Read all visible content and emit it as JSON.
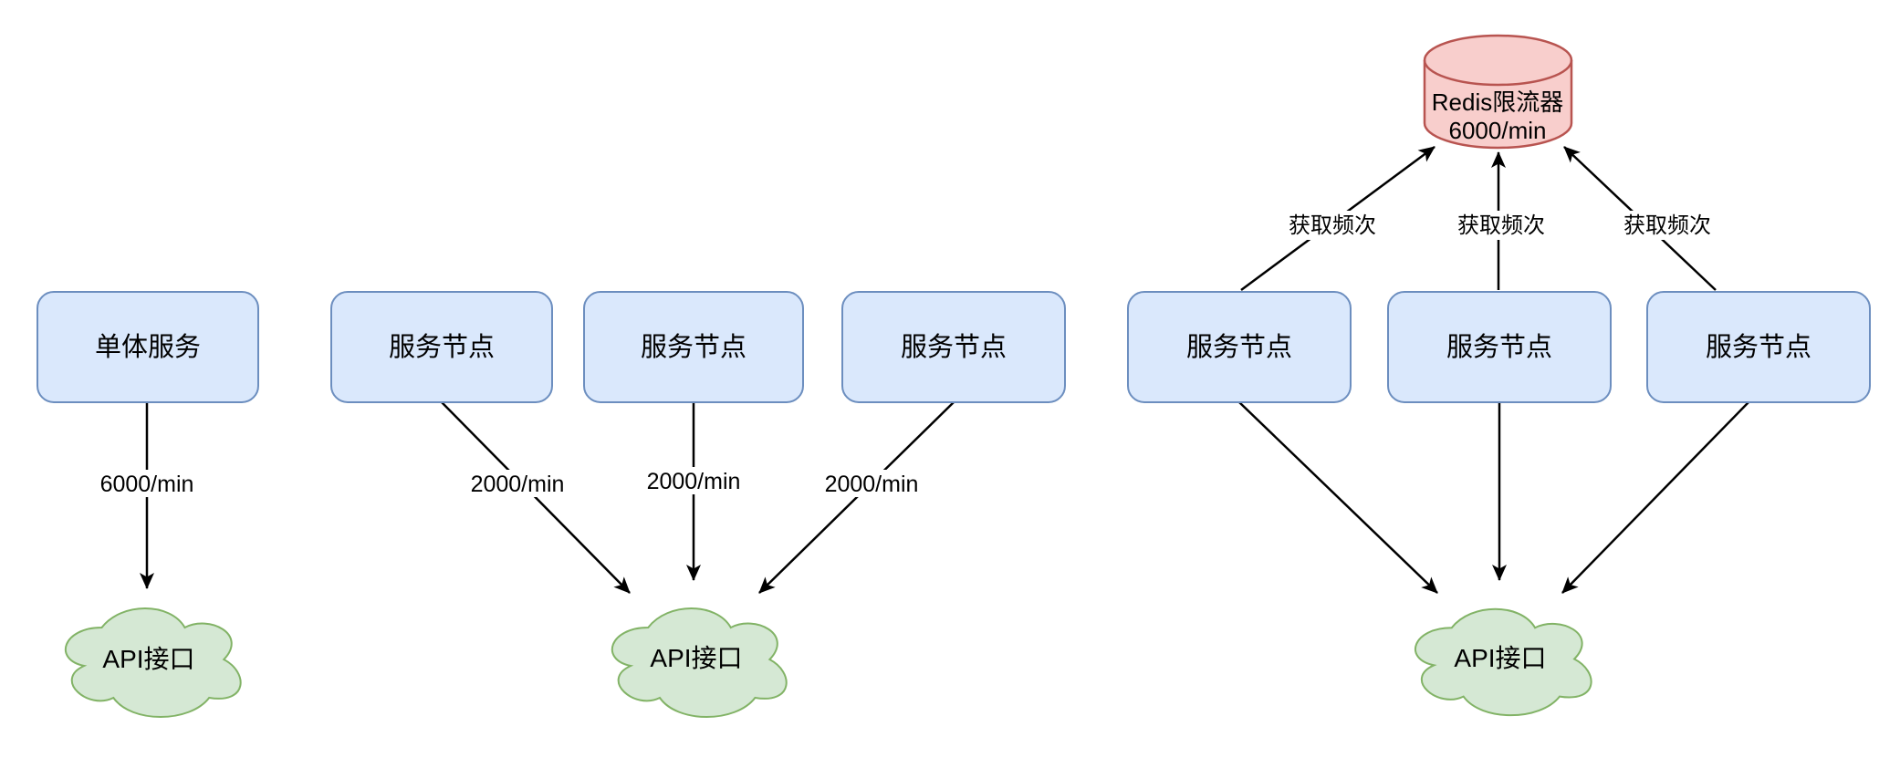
{
  "colors": {
    "background": "#ffffff",
    "text_color": "#000000",
    "arrow_color": "#000000",
    "box_fill": "#dae8fc",
    "box_stroke": "#6c8ebf",
    "cloud_fill": "#d5e8d4",
    "cloud_stroke": "#82b366",
    "cylinder_fill": "#f8cecc",
    "cylinder_stroke": "#b85450"
  },
  "sections": {
    "monolith": {
      "service_box": "单体服务",
      "edge_label": "6000/min",
      "cloud": "API接口"
    },
    "cluster": {
      "nodes": [
        "服务节点",
        "服务节点",
        "服务节点"
      ],
      "edge_labels": [
        "2000/min",
        "2000/min",
        "2000/min"
      ],
      "cloud": "API接口"
    },
    "redis_limited": {
      "redis": {
        "line1": "Redis限流器",
        "line2": "6000/min"
      },
      "nodes": [
        "服务节点",
        "服务节点",
        "服务节点"
      ],
      "fetch_labels": [
        "获取频次",
        "获取频次",
        "获取频次"
      ],
      "cloud": "API接口"
    }
  }
}
